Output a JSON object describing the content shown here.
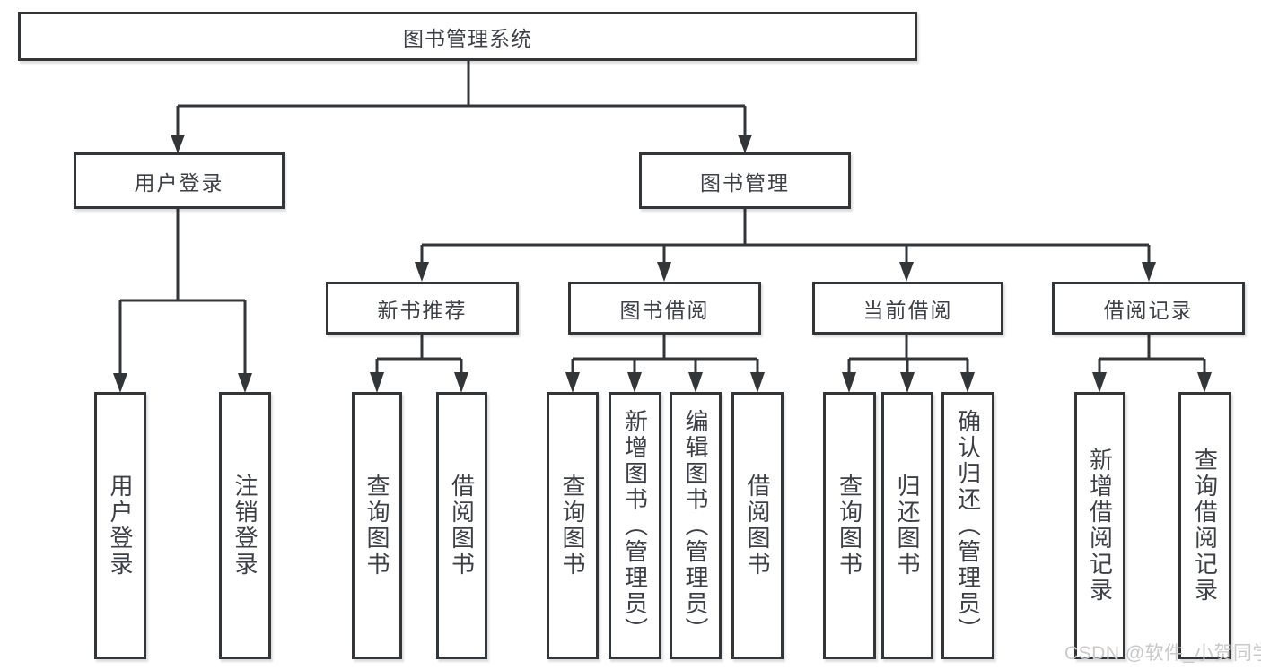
{
  "title": "图书管理系统",
  "tree": {
    "label": "图书管理系统",
    "children": [
      {
        "label": "用户登录",
        "children": [
          {
            "label": "用户登录"
          },
          {
            "label": "注销登录"
          }
        ]
      },
      {
        "label": "图书管理",
        "children": [
          {
            "label": "新书推荐",
            "children": [
              {
                "label": "查询图书"
              },
              {
                "label": "借阅图书"
              }
            ]
          },
          {
            "label": "图书借阅",
            "children": [
              {
                "label": "查询图书"
              },
              {
                "label": "新增图书（管理员）"
              },
              {
                "label": "编辑图书（管理员）"
              },
              {
                "label": "借阅图书"
              }
            ]
          },
          {
            "label": "当前借阅",
            "children": [
              {
                "label": "查询图书"
              },
              {
                "label": "归还图书"
              },
              {
                "label": "确认归还（管理员）"
              }
            ]
          },
          {
            "label": "借阅记录",
            "children": [
              {
                "label": "新增借阅记录"
              },
              {
                "label": "查询借阅记录"
              }
            ]
          }
        ]
      }
    ]
  },
  "watermark": "CSDN @软件_小贺同学",
  "colors": {
    "line": "#333639",
    "text": "#3c3f45",
    "box_background": "#ffffff",
    "page_background": "#ffffff",
    "watermark": "#c9c9c9"
  }
}
